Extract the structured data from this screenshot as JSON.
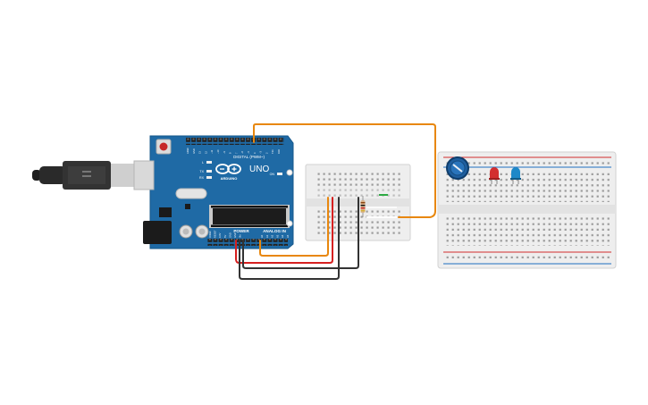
{
  "arduino": {
    "model_label": "UNO",
    "brand_label": "ARDUINO",
    "digital_header_label": "DIGITAL (PWM~)",
    "power_label": "POWER",
    "analog_label": "ANALOG IN",
    "tx_label": "TX",
    "rx_label": "RX",
    "l_label": "L",
    "on_label": "ON",
    "board_color": "#1f6aa5",
    "digital_pin_labels": [
      "AREF",
      "GND",
      "13",
      "12",
      "~11",
      "~10",
      "~9",
      "8",
      "7",
      "~6",
      "~5",
      "4",
      "~3",
      "2",
      "TX1",
      "RX0"
    ],
    "power_pin_labels": [
      "IOREF",
      "RESET",
      "3.3V",
      "5V",
      "GND",
      "GND",
      "Vin"
    ],
    "analog_pin_labels": [
      "A0",
      "A1",
      "A2",
      "A3",
      "A4",
      "A5"
    ]
  },
  "components": {
    "usb_cable": "usb-cable-icon",
    "potentiometer": "potentiometer-icon",
    "led_red_color": "#d32f2f",
    "led_blue_color": "#1e88c8",
    "resistor": "resistor-icon"
  },
  "wire_colors": {
    "orange": "#e8870e",
    "red": "#d62020",
    "black": "#333333"
  }
}
